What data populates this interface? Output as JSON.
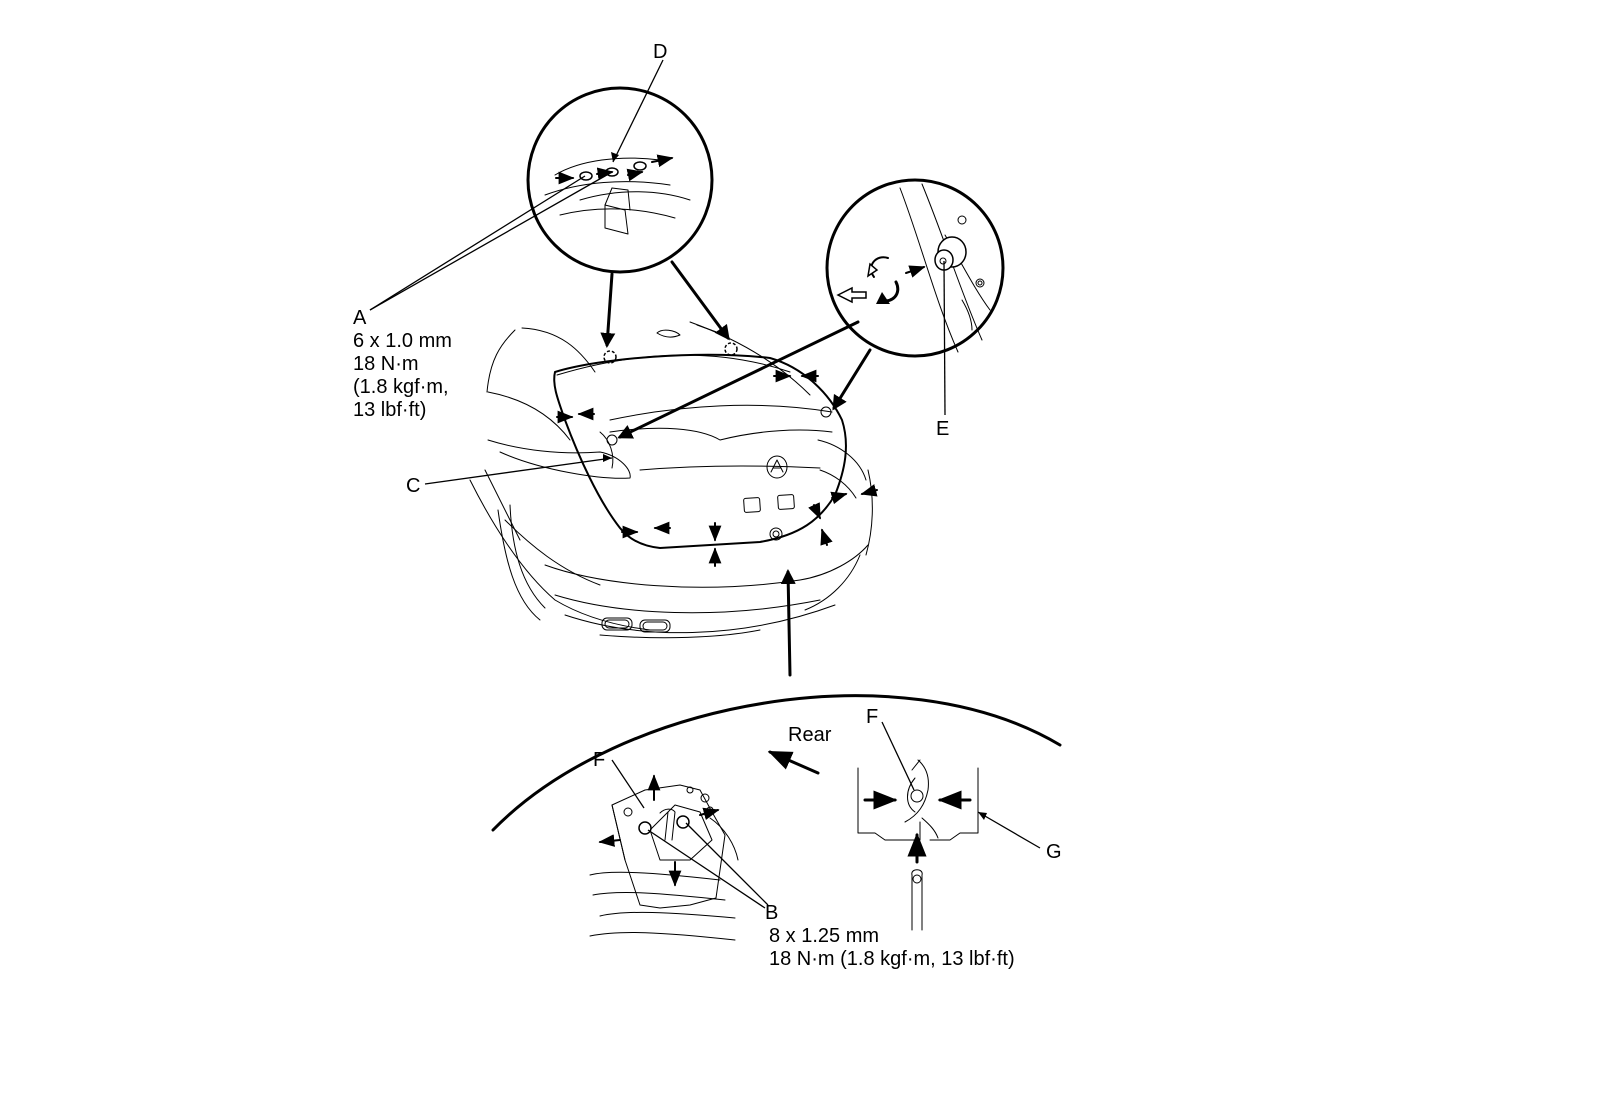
{
  "labels": {
    "A": "A",
    "B": "B",
    "C": "C",
    "D": "D",
    "E": "E",
    "F1": "F",
    "F2": "F",
    "G": "G"
  },
  "specs": {
    "A": [
      "6 x 1.0 mm",
      "18 N·m",
      "(1.8 kgf·m,",
      "13 lbf·ft)"
    ],
    "B": [
      "8 x 1.25 mm",
      "18 N·m (1.8 kgf·m, 13 lbf·ft)"
    ]
  },
  "direction": {
    "rear": "Rear"
  }
}
